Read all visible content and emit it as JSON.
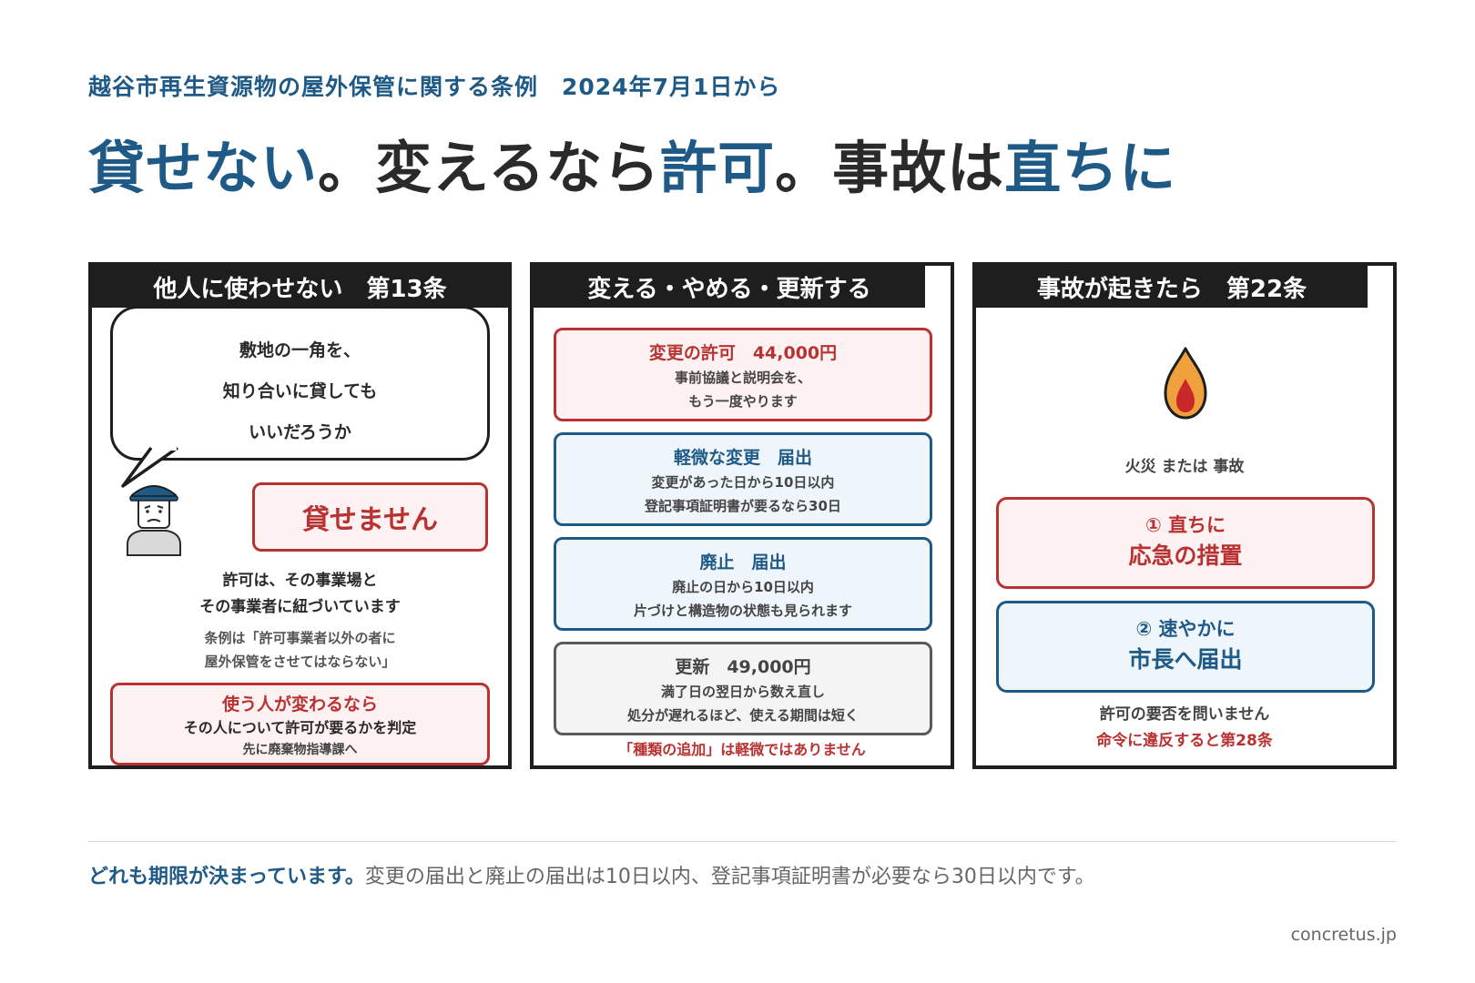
{
  "header": {
    "subtitle": "越谷市再生資源物の屋外保管に関する条例　2024年7月1日から",
    "headline": [
      {
        "text": "貸せない",
        "highlight": true
      },
      {
        "text": "。変えるなら",
        "highlight": false
      },
      {
        "text": "許可",
        "highlight": true
      },
      {
        "text": "。事故は",
        "highlight": false
      },
      {
        "text": "直ちに",
        "highlight": true
      }
    ]
  },
  "panel1": {
    "title": "他人に使わせない　第13条",
    "bubble_lines": [
      "敷地の一角を、",
      "知り合いに貸しても",
      "いいだろうか"
    ],
    "deny_label": "貸せません",
    "text1_lines": [
      "許可は、その事業場と",
      "その事業者に紐づいています"
    ],
    "text2_lines": [
      "条例は「許可事業者以外の者に",
      "屋外保管をさせてはならない」"
    ],
    "box": {
      "title": "使う人が変わるなら",
      "line1": "その人について許可が要るかを判定",
      "line2": "先に廃棄物指導課へ"
    }
  },
  "panel2": {
    "title": "変える・やめる・更新する",
    "steps": [
      {
        "title": "変更の許可　44,000円",
        "line1": "事前協議と説明会を、",
        "line2": "もう一度やります",
        "style": "red"
      },
      {
        "title": "軽微な変更　届出",
        "line1": "変更があった日から10日以内",
        "line2": "登記事項証明書が要るなら30日",
        "style": "blue"
      },
      {
        "title": "廃止　届出",
        "line1": "廃止の日から10日以内",
        "line2": "片づけと構造物の状態も見られます",
        "style": "blue"
      },
      {
        "title": "更新　49,000円",
        "line1": "満了日の翌日から数え直し",
        "line2": "処分が遅れるほど、使える期間は短く",
        "style": "gray"
      }
    ],
    "note": "「種類の追加」は軽微ではありません"
  },
  "panel3": {
    "title": "事故が起きたら　第22条",
    "caption": "火災 または 事故",
    "action1": {
      "line1": "① 直ちに",
      "line2": "応急の措置"
    },
    "action2": {
      "line1": "② 速やかに",
      "line2": "市長へ届出"
    },
    "note1": "許可の要否を問いません",
    "note2": "命令に違反すると第28条"
  },
  "footer": {
    "lead": "どれも期限が決まっています。",
    "text": "変更の届出と廃止の届出は10日以内、登記事項証明書が必要なら30日以内です。",
    "credit": "concretus.jp"
  },
  "colors": {
    "accent_blue": "#1f5a86",
    "accent_red": "#b83232",
    "panel_dark": "#1e1e1e"
  },
  "icons": {
    "person": "worried-worker-icon",
    "flame": "flame-icon"
  }
}
